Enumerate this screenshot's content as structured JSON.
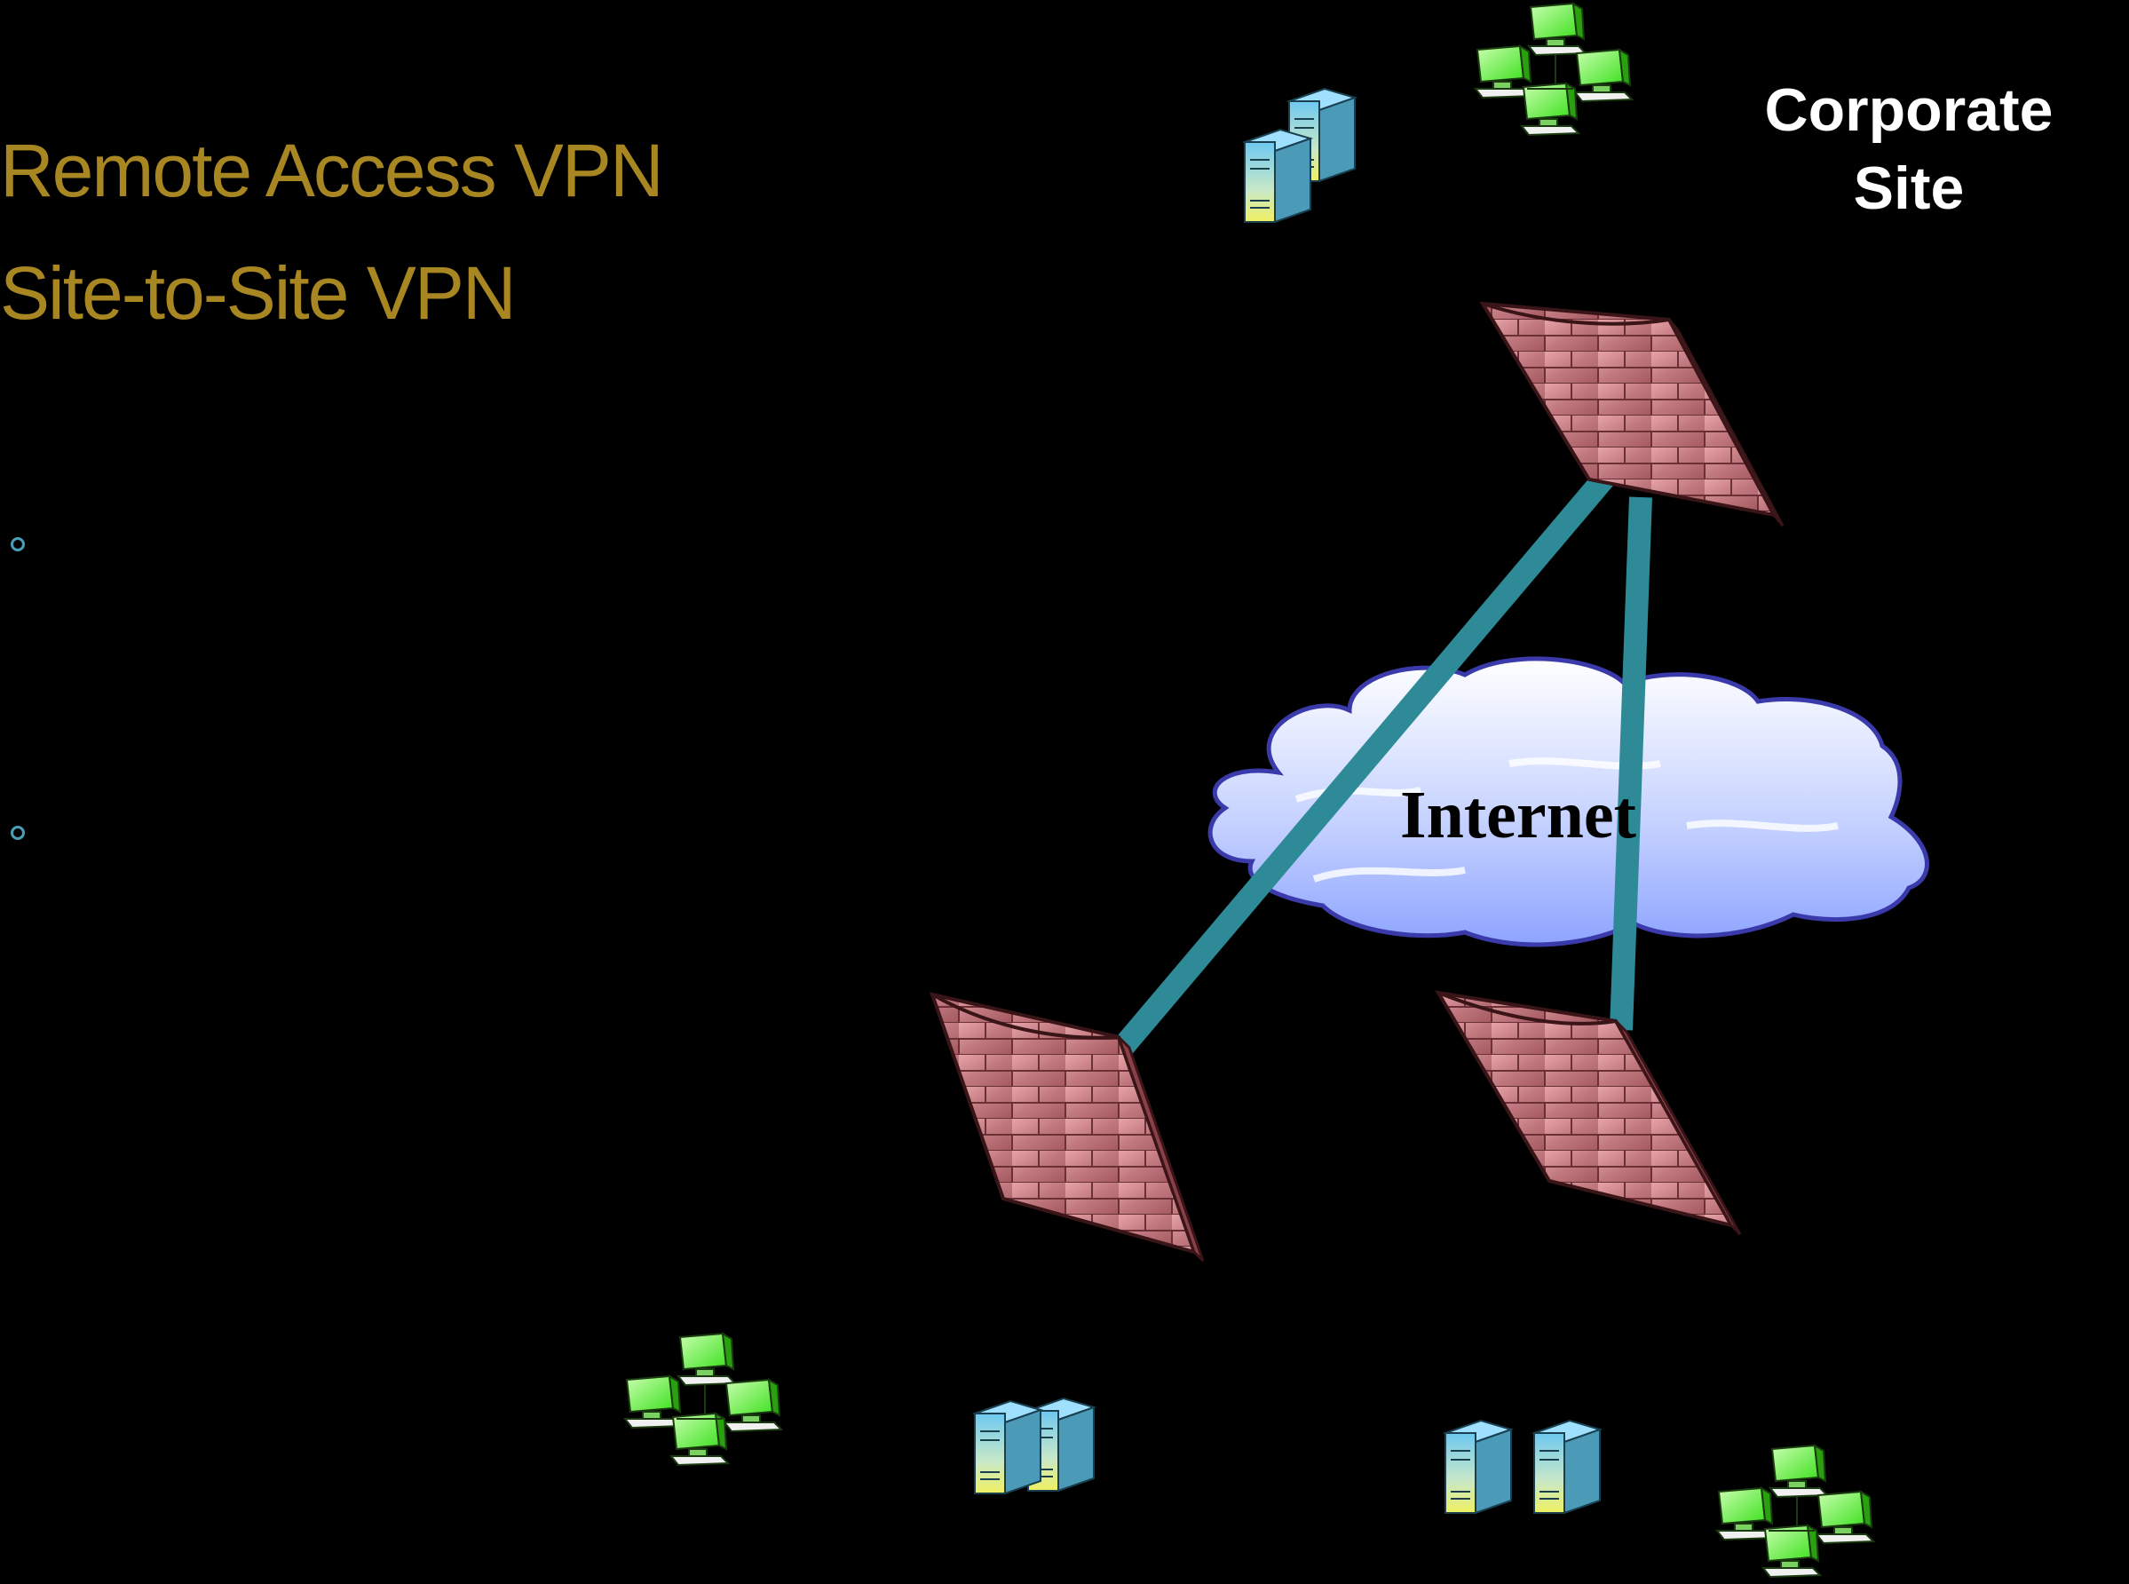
{
  "titles": {
    "line1": "Remote Access VPN",
    "line2": "Site-to-Site VPN",
    "color": "#a88722"
  },
  "bullets": [
    {
      "text": ""
    },
    {
      "text": ""
    }
  ],
  "corporate_site": {
    "line1": "Corporate",
    "line2": "Site",
    "color": "#ffffff"
  },
  "cloud": {
    "label": "Internet",
    "color": "#b8c8ff"
  },
  "tunnel_color": "#2e8a96",
  "firewall_color": "#c07a80",
  "server_color": "#7ac8e0",
  "workstation_color": "#66ee44",
  "icons": {
    "firewall": "firewall-icon",
    "server": "server-icon",
    "workstation": "workstation-group-icon",
    "cloud": "cloud-icon"
  }
}
